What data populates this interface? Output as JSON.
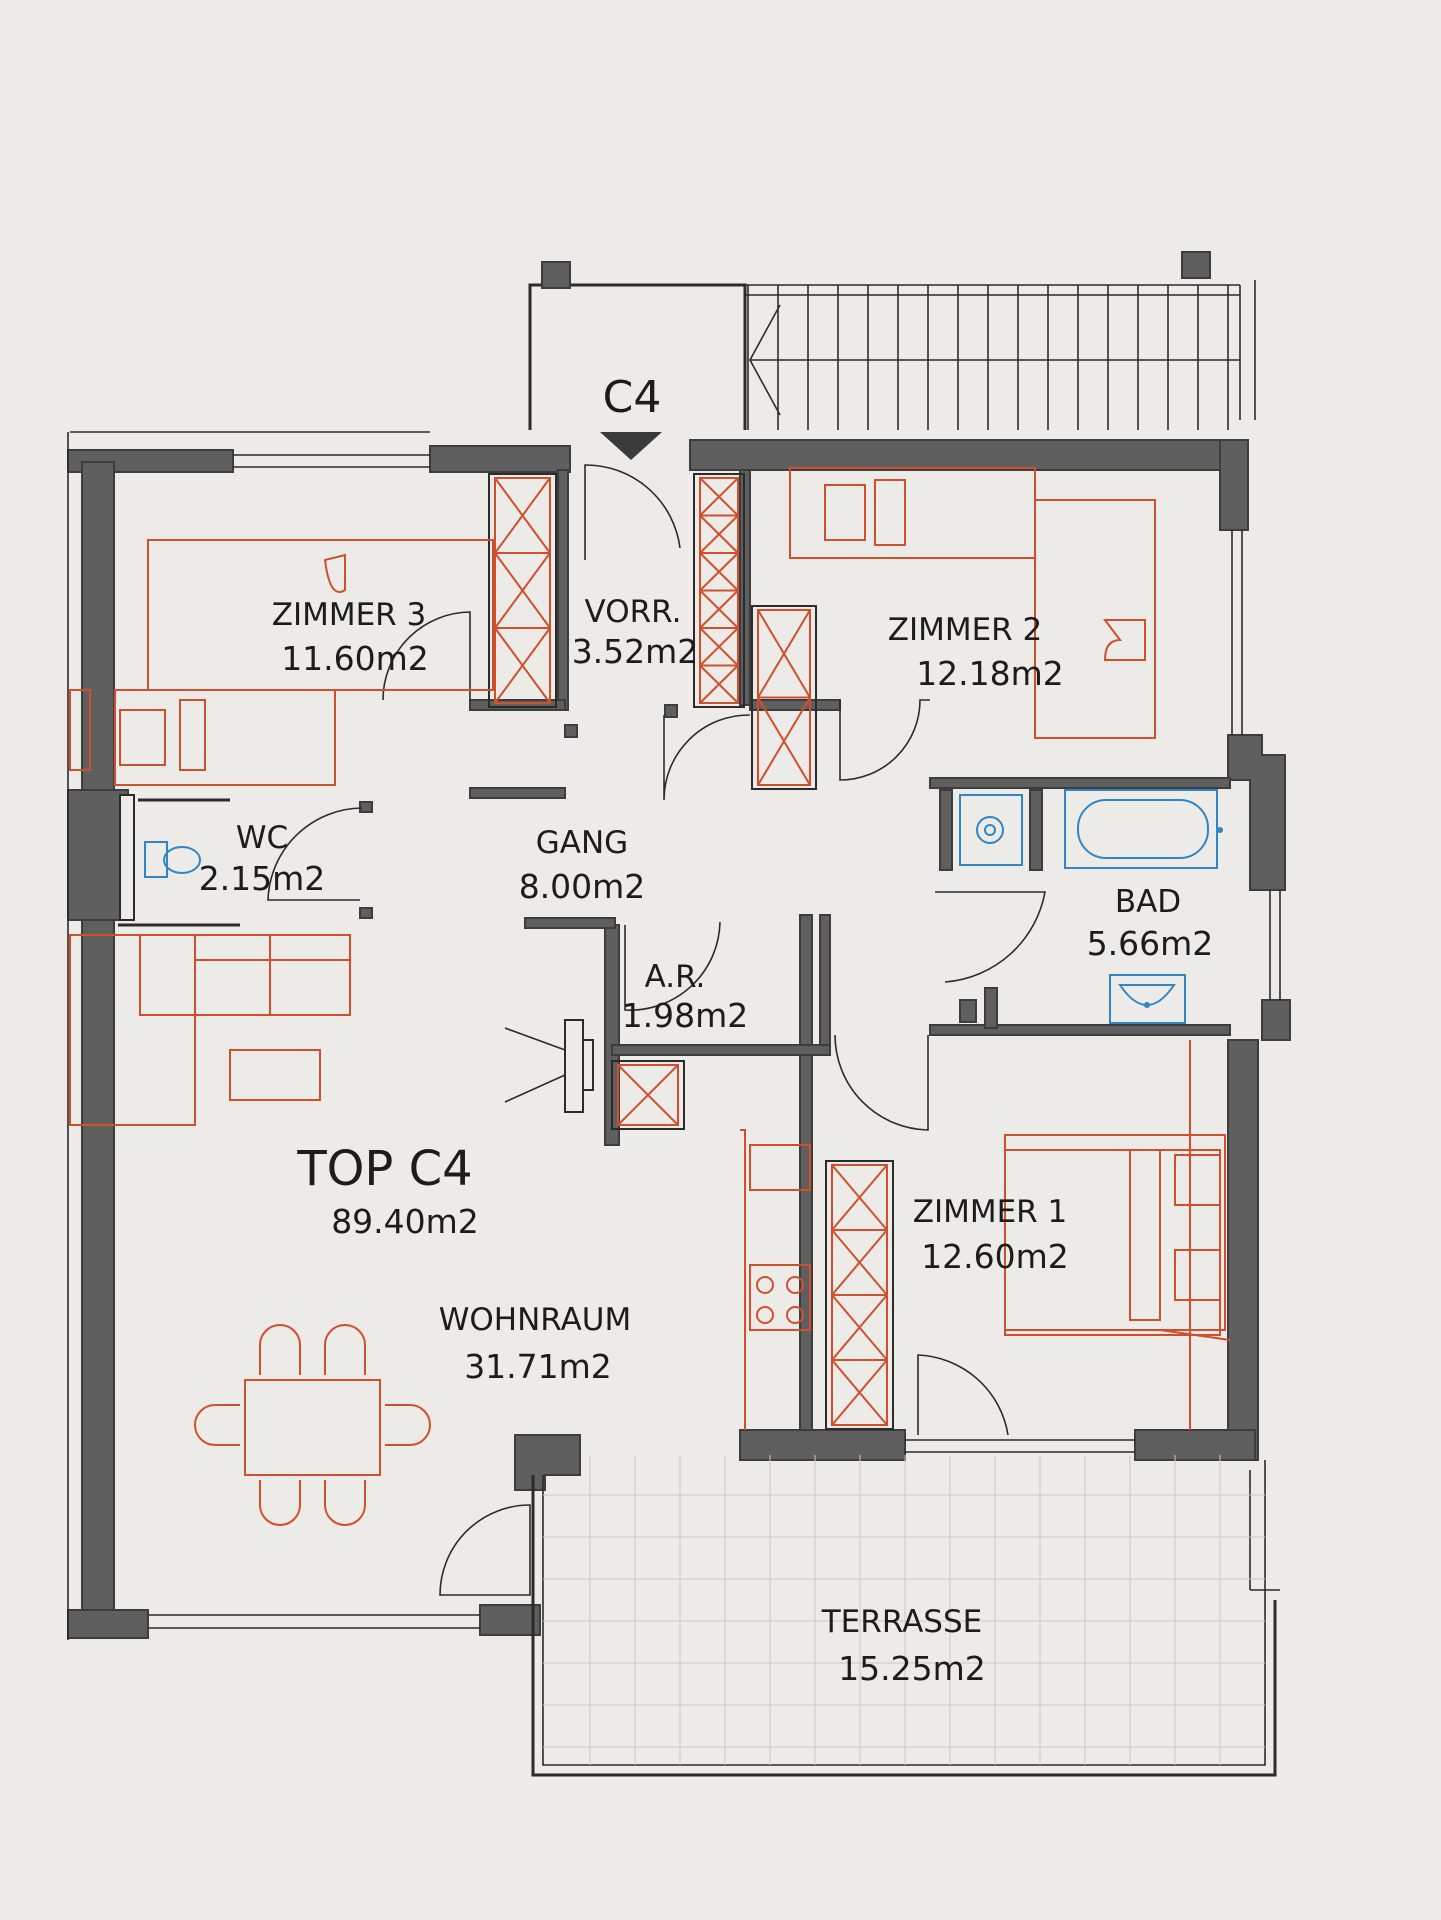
{
  "entrance": {
    "label": "C4"
  },
  "apartment": {
    "name": "TOP C4",
    "area": "89.40m2"
  },
  "rooms": {
    "zimmer3": {
      "name": "ZIMMER 3",
      "area": "11.60m2"
    },
    "vorr": {
      "name": "VORR.",
      "area": "3.52m2"
    },
    "zimmer2": {
      "name": "ZIMMER 2",
      "area": "12.18m2"
    },
    "wc": {
      "name": "WC",
      "area": "2.15m2"
    },
    "gang": {
      "name": "GANG",
      "area": "8.00m2"
    },
    "bad": {
      "name": "BAD",
      "area": "5.66m2"
    },
    "ar": {
      "name": "A.R.",
      "area": "1.98m2"
    },
    "zimmer1": {
      "name": "ZIMMER 1",
      "area": "12.60m2"
    },
    "wohnraum": {
      "name": "WOHNRAUM",
      "area": "31.71m2"
    },
    "terrasse": {
      "name": "TERRASSE",
      "area": "15.25m2"
    }
  },
  "colors": {
    "walls": "#5f5f5f",
    "furniture": "#d0502e",
    "sanitary": "#2f86c6",
    "paper": "#ecebe8"
  }
}
